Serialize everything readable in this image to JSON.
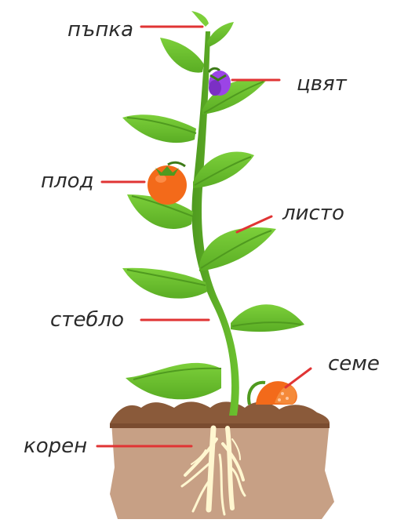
{
  "labels": {
    "bud": "пъпка",
    "flower": "цвят",
    "fruit": "плод",
    "leaf": "листо",
    "stem": "стебло",
    "seed": "семе",
    "root": "корен"
  },
  "colors": {
    "text": "#2b2b2b",
    "leader": "#e03434",
    "leaf": "#6cc22f",
    "leaf_dark": "#4f9a1f",
    "stem": "#5fb52a",
    "soil": "#c7a085",
    "soil_top": "#8a5a3a",
    "root": "#fff7d0",
    "fruit": "#f36a1a",
    "flower": "#9b44e6"
  },
  "icons": {
    "plant": "plant-illustration",
    "fruit": "tomato-icon",
    "flower": "flower-icon",
    "seed": "sprouting-seed-icon"
  }
}
